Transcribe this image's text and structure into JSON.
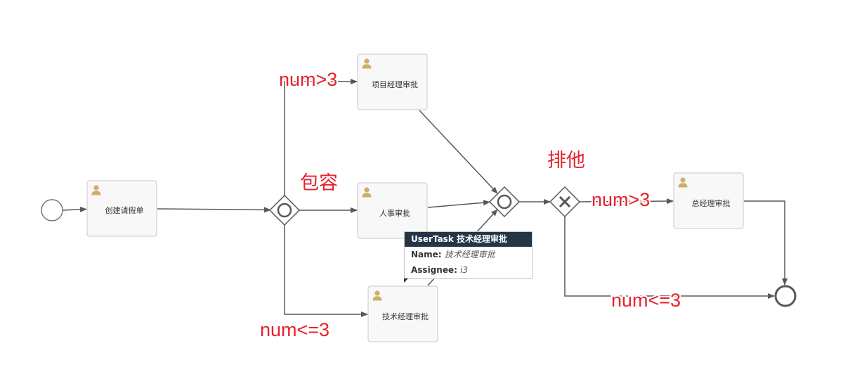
{
  "tasks": {
    "create": "创建请假单",
    "pm": "项目经理审批",
    "hr": "人事审批",
    "tech": "技术经理审批",
    "gm": "总经理审批"
  },
  "annotations": {
    "top_condition": "num>3",
    "bottom_condition": "num<=3",
    "inclusive_label": "包容",
    "exclusive_label": "排他",
    "right_top_condition": "num>3",
    "right_bottom_condition": "num<=3"
  },
  "tooltip": {
    "type": "UserTask",
    "title": "技术经理审批",
    "name_key": "Name",
    "name_value": "技术经理审批",
    "assignee_key": "Assignee",
    "assignee_value": "i3"
  },
  "colors": {
    "annotation": "#e8212b",
    "tooltip_header": "#243646",
    "task_fill": "#f8f8f8",
    "task_border": "#c8c8c8",
    "flow_line": "#585858",
    "user_icon": "#cfae69"
  },
  "icons": {
    "task_icon": "user-icon",
    "exclusive_gateway_icon": "x-icon",
    "inclusive_gateway_icon": "circle-icon"
  }
}
